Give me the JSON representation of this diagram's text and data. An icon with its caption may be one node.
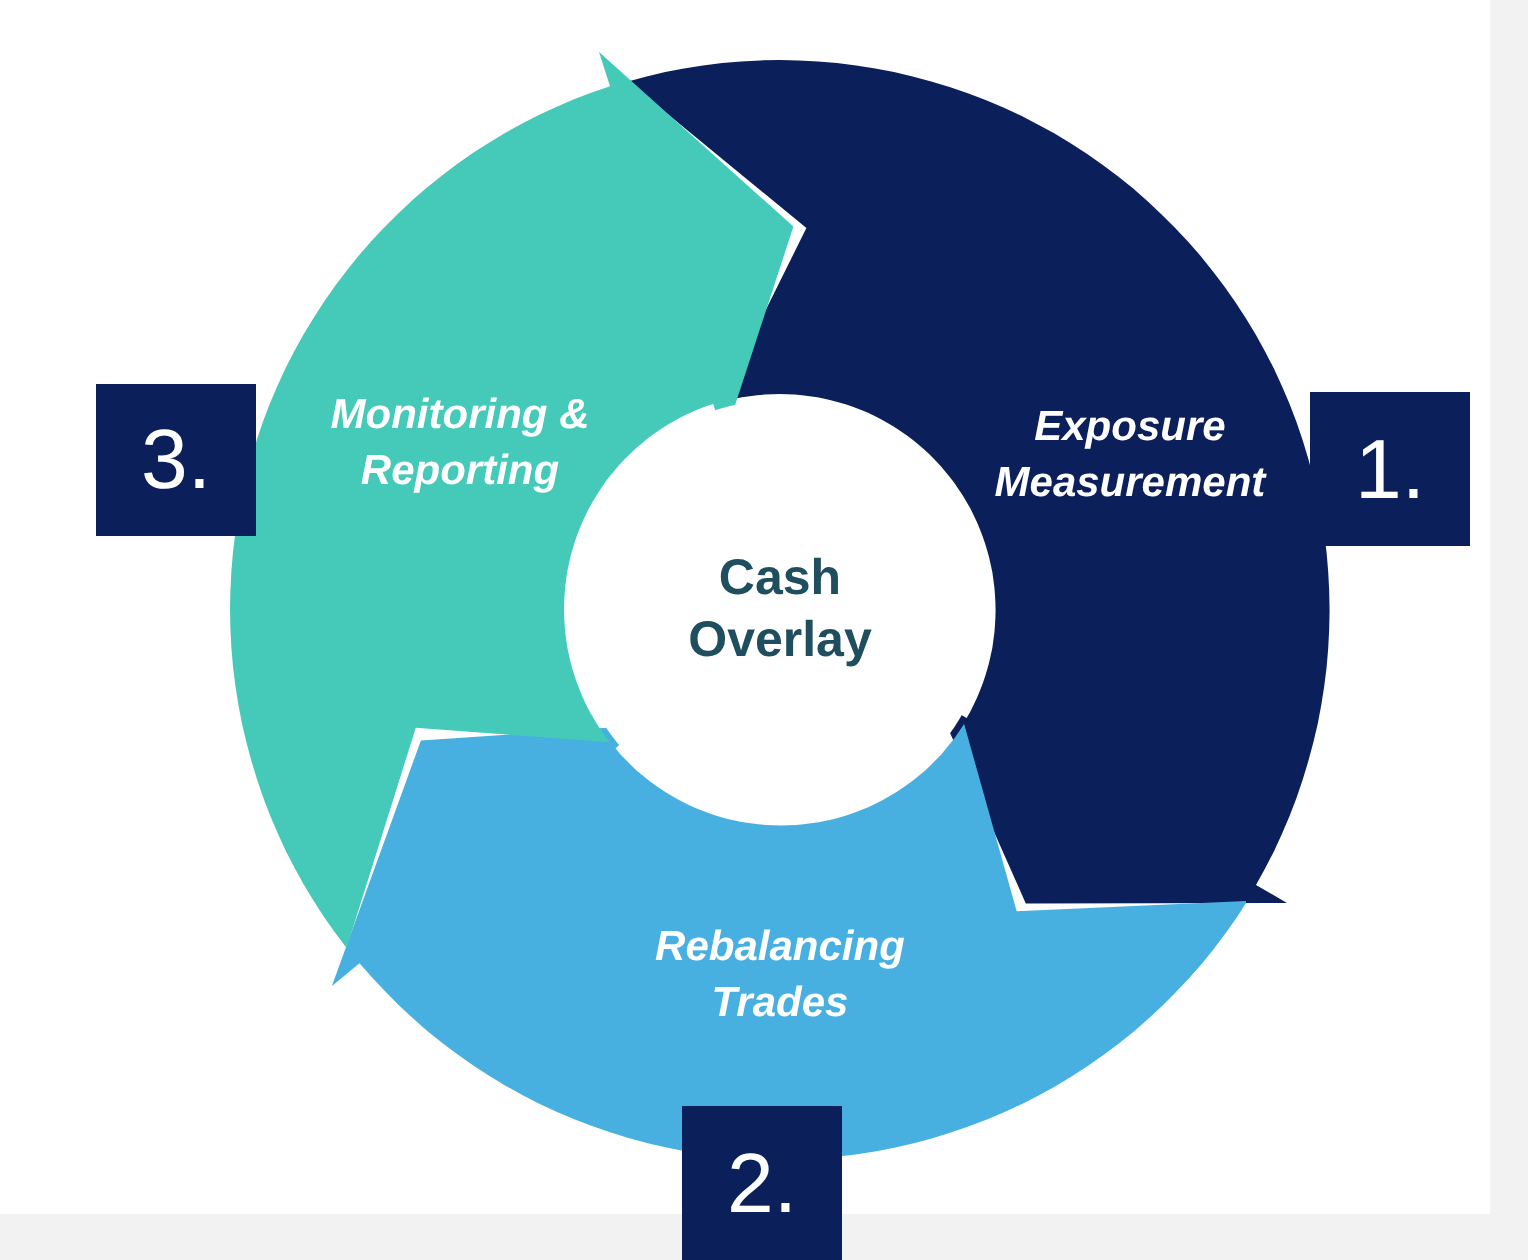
{
  "diagram": {
    "nodes": [
      {
        "text": [
          "Exposure Measurement"
        ]
      },
      {
        "text": [
          "Rebalancing Trades"
        ]
      },
      {
        "text": [
          "Monitoring & Reporting"
        ]
      },
      {
        "text": [
          "Cash Overlay"
        ]
      },
      {
        "text": [
          "1."
        ]
      },
      {
        "text": [
          "2."
        ]
      },
      {
        "text": [
          "3."
        ]
      }
    ]
  }
}
